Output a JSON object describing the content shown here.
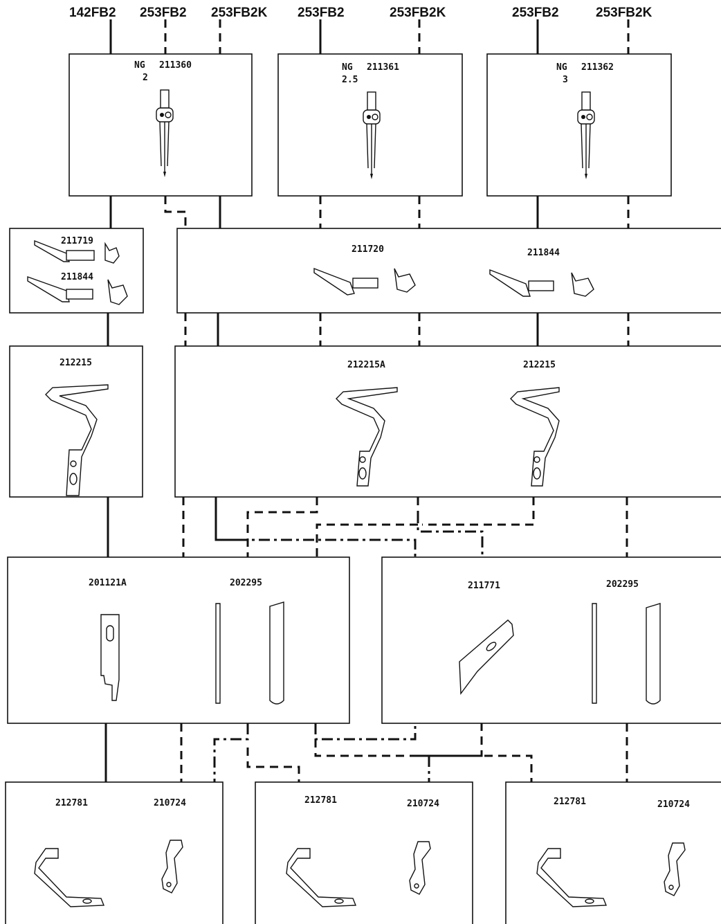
{
  "models": [
    "142FB2",
    "253FB2",
    "253FB2K",
    "253FB2",
    "253FB2K",
    "253FB2",
    "253FB2K"
  ],
  "needle_bars": [
    {
      "ng_label": "NG",
      "part": "211360",
      "gauge": "2"
    },
    {
      "ng_label": "NG",
      "part": "211361",
      "gauge": "2.5"
    },
    {
      "ng_label": "NG",
      "part": "211362",
      "gauge": "3"
    }
  ],
  "lever_left": {
    "parts": [
      "211719",
      "211844"
    ]
  },
  "lever_right": {
    "parts": [
      "211720",
      "211844"
    ]
  },
  "looper_left": {
    "part": "212215"
  },
  "looper_right": {
    "parts": [
      "212215A",
      "212215"
    ]
  },
  "knife_left": {
    "parts": [
      "201121A",
      "202295"
    ]
  },
  "knife_right": {
    "parts": [
      "211771",
      "202295"
    ]
  },
  "bottom_boxes": [
    {
      "parts": [
        "212781",
        "210724"
      ]
    },
    {
      "parts": [
        "212781",
        "210724"
      ]
    },
    {
      "parts": [
        "212781",
        "210724"
      ]
    }
  ]
}
